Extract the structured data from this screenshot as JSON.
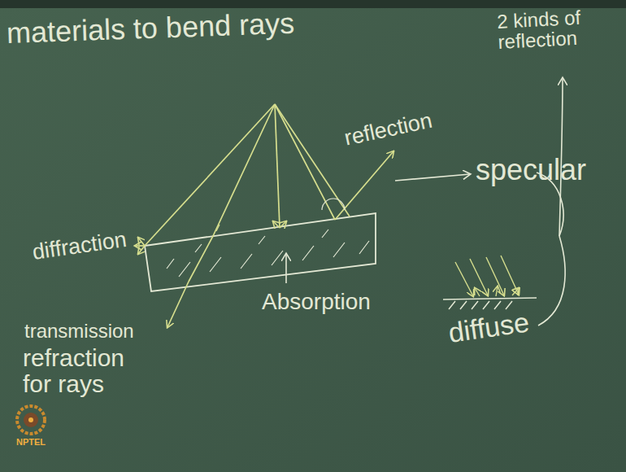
{
  "diagram": {
    "labels": [
      "materials to bend rays",
      "2 kinds of reflection",
      "reflection",
      "specular",
      "diffraction",
      "Absorption",
      "transmission",
      "refraction for rays",
      "diffuse",
      "NPTEL"
    ]
  }
}
